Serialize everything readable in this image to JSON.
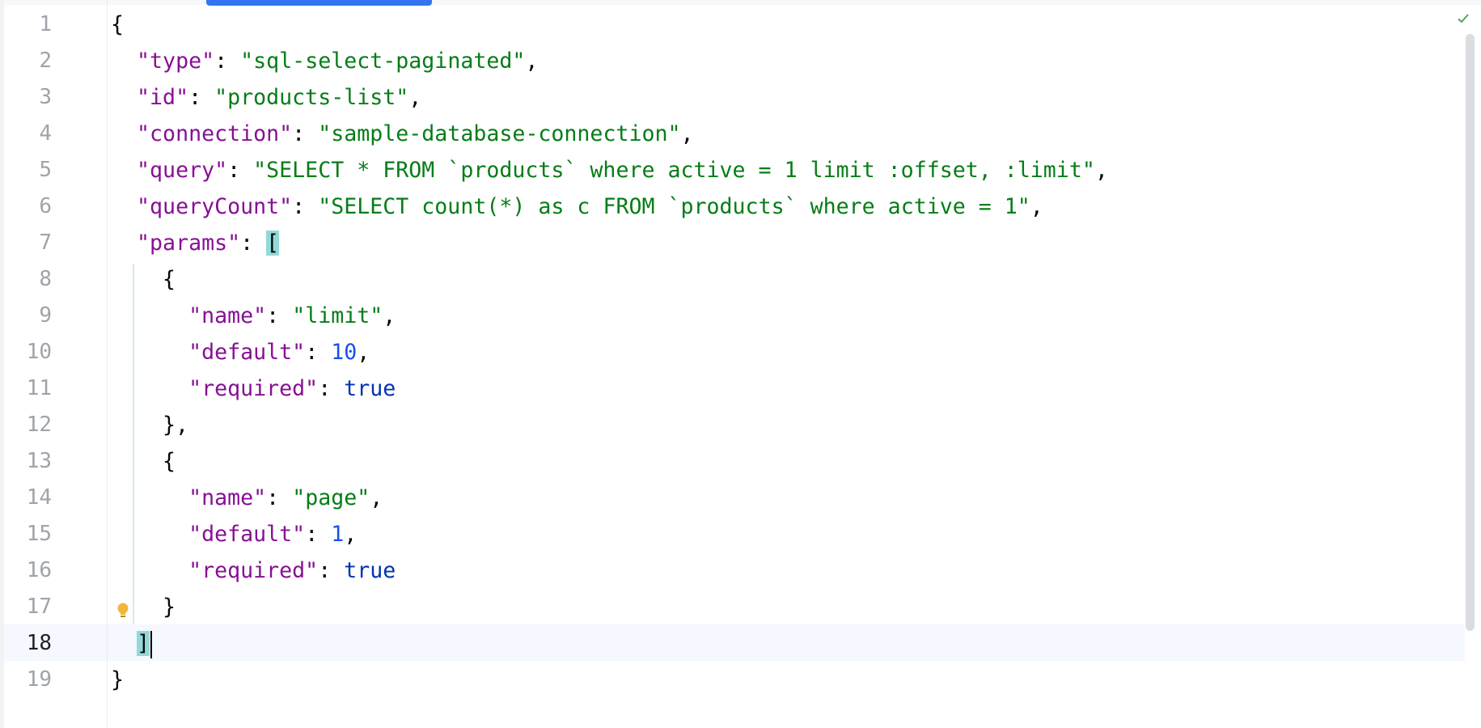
{
  "editor": {
    "line_numbers": [
      "1",
      "2",
      "3",
      "4",
      "5",
      "6",
      "7",
      "8",
      "9",
      "10",
      "11",
      "12",
      "13",
      "14",
      "15",
      "16",
      "17",
      "18",
      "19"
    ],
    "current_line": "18",
    "inspection_status_icon": "check-icon",
    "intention_icon": "lightbulb-icon",
    "tokens": {
      "open_brace": "{",
      "close_brace": "}",
      "close_brace_comma": "},",
      "open_bracket": "[",
      "close_bracket": "]",
      "colon": ": ",
      "comma": ",",
      "key_type": "\"type\"",
      "val_type": "\"sql-select-paginated\"",
      "key_id": "\"id\"",
      "val_id": "\"products-list\"",
      "key_connection": "\"connection\"",
      "val_connection": "\"sample-database-connection\"",
      "key_query": "\"query\"",
      "val_query": "\"SELECT * FROM `products` where active = 1 limit :offset, :limit\"",
      "key_queryCount": "\"queryCount\"",
      "val_queryCount": "\"SELECT count(*) as c FROM `products` where active = 1\"",
      "key_params": "\"params\"",
      "key_name": "\"name\"",
      "val_limit": "\"limit\"",
      "key_default": "\"default\"",
      "val_10": "10",
      "key_required": "\"required\"",
      "val_true": "true",
      "val_page": "\"page\"",
      "val_1": "1"
    }
  }
}
